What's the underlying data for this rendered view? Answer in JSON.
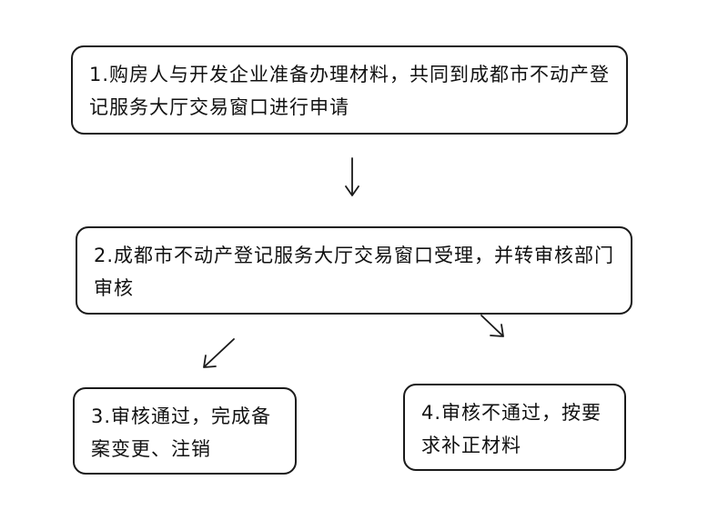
{
  "flowchart": {
    "steps": [
      {
        "text": "1.购房人与开发企业准备办理材料，共同到成都市不动产登记服务大厅交易窗口进行申请"
      },
      {
        "text": "2.成都市不动产登记服务大厅交易窗口受理，并转审核部门审核"
      },
      {
        "text": "3.审核通过，完成备案变更、注销"
      },
      {
        "text": "4.审核不通过，按要求补正材料"
      }
    ]
  }
}
